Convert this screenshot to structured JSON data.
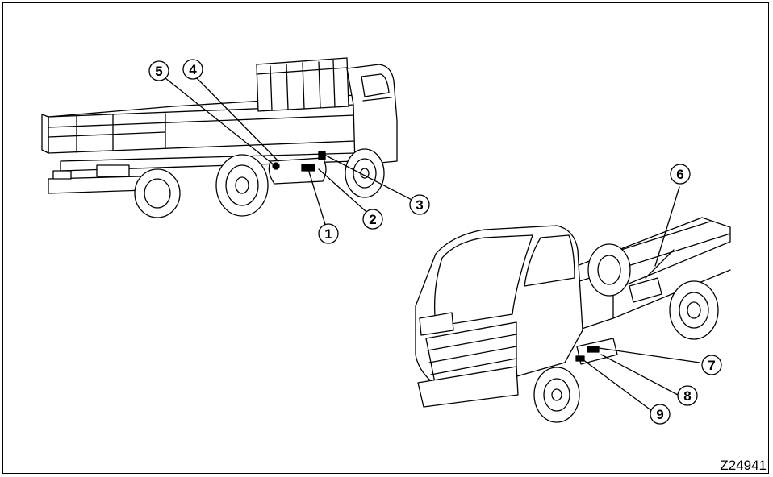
{
  "callouts": [
    {
      "id": "c5",
      "label": "5"
    },
    {
      "id": "c4",
      "label": "4"
    },
    {
      "id": "c3",
      "label": "3"
    },
    {
      "id": "c2",
      "label": "2"
    },
    {
      "id": "c1",
      "label": "1"
    },
    {
      "id": "c6",
      "label": "6"
    },
    {
      "id": "c7",
      "label": "7"
    },
    {
      "id": "c8",
      "label": "8"
    },
    {
      "id": "c9",
      "label": "9"
    }
  ],
  "figure_code": "Z24941"
}
